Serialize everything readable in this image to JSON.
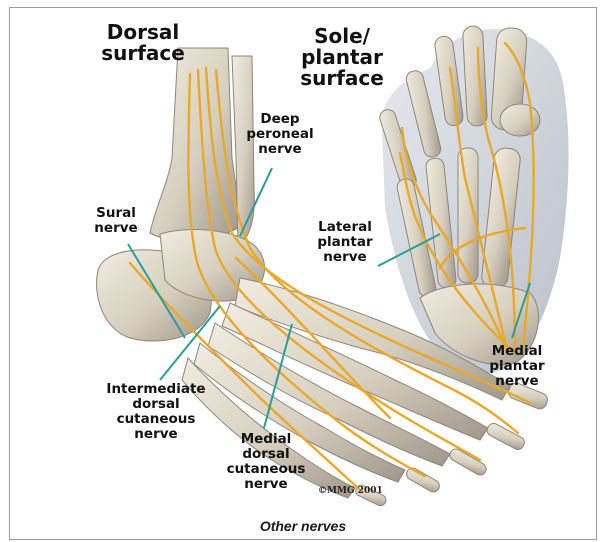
{
  "headings": {
    "dorsal": "Dorsal\nsurface",
    "sole": "Sole/\nplantar\nsurface"
  },
  "labels": {
    "deep_peroneal": "Deep\nperoneal\nnerve",
    "sural": "Sural\nnerve",
    "lateral_plantar": "Lateral\nplantar\nnerve",
    "medial_plantar": "Medial\nplantar\nnerve",
    "intermediate_dorsal": "Intermediate\ndorsal\ncutaneous\nnerve",
    "medial_dorsal": "Medial\ndorsal\ncutaneous\nnerve"
  },
  "copyright": "©MMG 2001",
  "caption": "Other nerves",
  "colors": {
    "nerve": "#e8a92a",
    "bone": "#d9d2c2",
    "bone_shadow": "#9c9588",
    "soft_tissue": "#c9ced6",
    "leader": "#2a9d98"
  }
}
